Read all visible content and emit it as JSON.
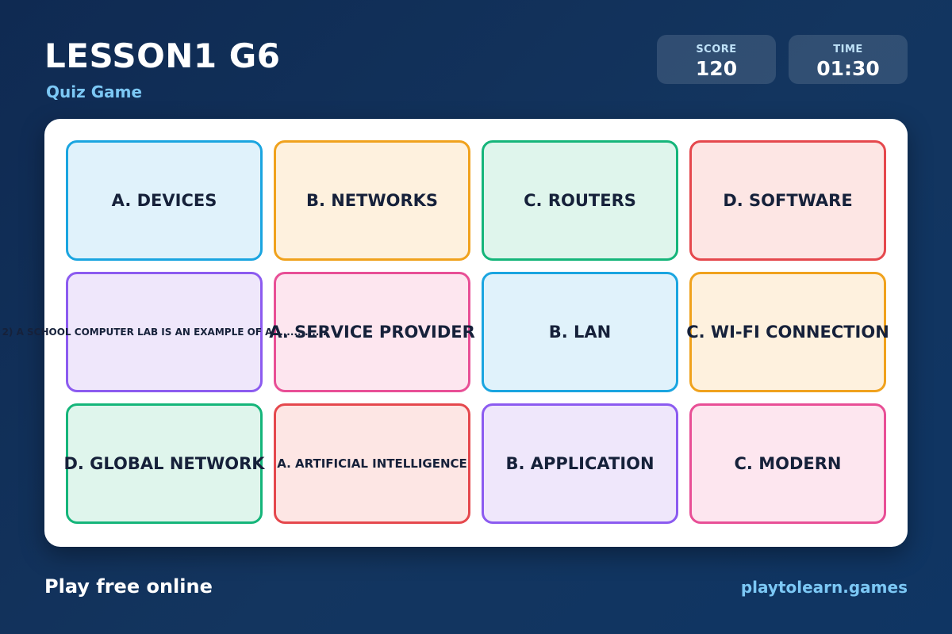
{
  "header": {
    "title": "LESSON1 G6",
    "subtitle": "Quiz Game"
  },
  "stats": {
    "score_label": "SCORE",
    "score_value": "120",
    "time_label": "TIME",
    "time_value": "01:30"
  },
  "tiles": [
    {
      "label": "A. DEVICES",
      "color": "#1aa5e0"
    },
    {
      "label": "B. NETWORKS",
      "color": "#f0a21d"
    },
    {
      "label": "C. ROUTERS",
      "color": "#15b57a"
    },
    {
      "label": "D. SOFTWARE",
      "color": "#e5484d"
    },
    {
      "label": "2) A SCHOOL COMPUTER LAB IS AN EXAMPLE OF A ..............",
      "color": "#8c5bf0"
    },
    {
      "label": "A. SERVICE PROVIDER",
      "color": "#e84f96"
    },
    {
      "label": "B. LAN",
      "color": "#1aa5e0"
    },
    {
      "label": "C. WI-FI CONNECTION",
      "color": "#f0a21d"
    },
    {
      "label": "D. GLOBAL NETWORK",
      "color": "#15b57a"
    },
    {
      "label": "A. ARTIFICIAL INTELLIGENCE",
      "color": "#e5484d"
    },
    {
      "label": "B. APPLICATION",
      "color": "#8c5bf0"
    },
    {
      "label": "C. MODERN",
      "color": "#e84f96"
    }
  ],
  "footer": {
    "tagline": "Play free online",
    "site": "playtolearn.games"
  }
}
